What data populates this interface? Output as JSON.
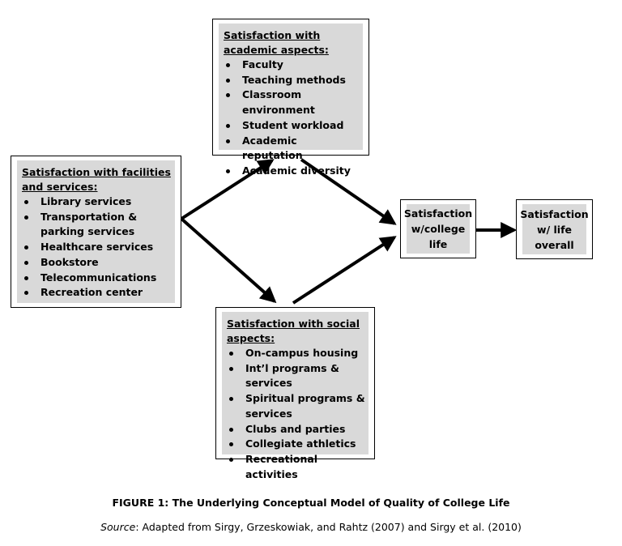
{
  "academic": {
    "heading": "Satisfaction with academic aspects",
    "items": [
      "Faculty",
      "Teaching methods",
      "Classroom environment",
      "Student workload",
      "Academic reputation",
      "Academic diversity"
    ]
  },
  "facilities": {
    "heading": "Satisfaction with facilities and services",
    "items": [
      "Library services",
      "Transportation & parking services",
      "Healthcare services",
      "Bookstore",
      "Telecommunications",
      "Recreation center"
    ]
  },
  "social": {
    "heading": "Satisfaction with social aspects",
    "items": [
      "On-campus housing",
      "Int’l programs & services",
      "Spiritual programs & services",
      "Clubs and parties",
      "Collegiate athletics",
      "Recreational activities"
    ]
  },
  "college_life": {
    "label": "Satisfaction w/college life"
  },
  "life_overall": {
    "label": "Satisfaction w/ life overall"
  },
  "caption": {
    "title": "FIGURE 1: The Underlying Conceptual Model of Quality of College Life",
    "source_label": "Source",
    "source_text": ": Adapted from Sirgy, Grzeskowiak, and Rahtz (2007) and Sirgy et al. (2010)"
  }
}
